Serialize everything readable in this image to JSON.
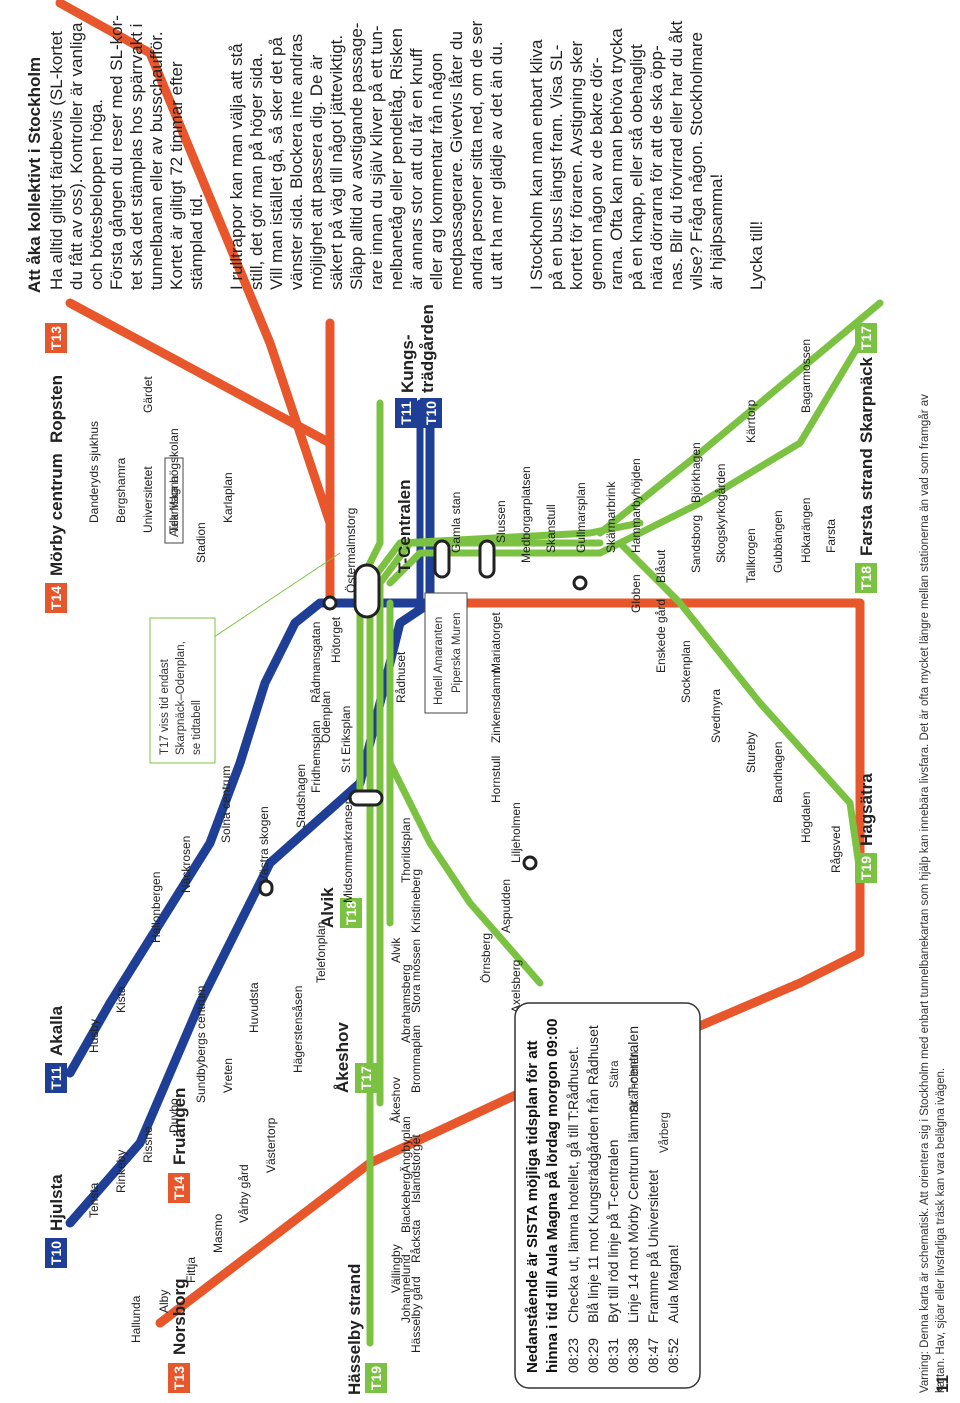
{
  "colors": {
    "red": "#e8562b",
    "green": "#7cc242",
    "blue": "#1f3f96"
  },
  "badges": [
    "T10",
    "T11",
    "T13",
    "T14",
    "T17",
    "T18",
    "T19",
    "T11",
    "T10",
    "T13",
    "T14",
    "T17",
    "T18",
    "T19"
  ],
  "termini": {
    "hjulsta": "Hjulsta",
    "akalla": "Akalla",
    "norsborg": "Norsborg",
    "fruangen": "Fruängen",
    "hasselby": "Hässelby strand",
    "akeshov": "Åkeshov",
    "alvik": "Alvik",
    "morby": "Mörby centrum",
    "ropsten": "Ropsten",
    "kungs1": "Kungs-",
    "kungs2": "trädgården",
    "tcentralen": "T-Centralen",
    "farsta": "Farsta strand",
    "skarpnack": "Skarpnäck",
    "hagsatra": "Hagsätra"
  },
  "blue_stations": [
    "Tensta",
    "Rinkeby",
    "Rissne",
    "Duvbo",
    "Sundbybergs centrum",
    "Vreten",
    "Huvudsta",
    "Husby",
    "Kista",
    "Hallonbergen",
    "Näckrosen",
    "Solna centrum",
    "Västra skogen",
    "Stadshagen",
    "Fridhemsplan",
    "Rådhuset"
  ],
  "red_stations": [
    "Hallunda",
    "Alby",
    "Fittja",
    "Masmo",
    "Vårby gård",
    "Västertorp",
    "Hägerstensåsen",
    "Telefonplan",
    "Midsommarkransen",
    "Danderyds sjukhus",
    "Bergshamra",
    "Universitetet",
    "Tekniska högskolan",
    "Stadion",
    "Karlaplan",
    "Gärdet",
    "Östermalmstorg",
    "Liljeholmen",
    "Hornstull",
    "Zinkensdamm",
    "Mariatorget"
  ],
  "universitetet_note": "Aula Magna",
  "green_west_stations": [
    "Hässelby gård",
    "Johannelund",
    "Vällingby",
    "Råcksta",
    "Blackeberg",
    "Islandstorget",
    "Ängbyplan",
    "Åkeshov",
    "Brommaplan",
    "Abrahamsberg",
    "Stora mossen",
    "Alvik",
    "Kristineberg",
    "Thorildsplan",
    "S:t Eriksplan",
    "Odenplan",
    "Rådmansgatan",
    "Hötorget"
  ],
  "green_south_stations": [
    "Gamla stan",
    "Slussen",
    "Medborgarplatsen",
    "Skanstull",
    "Gullmarsplan",
    "Skärmarbrink",
    "Hammarbyhöjden",
    "Björkhagen",
    "Kärrtorp",
    "Bagarmossen",
    "Globen",
    "Enskede gård",
    "Sockenplan",
    "Svedmyra",
    "Stureby",
    "Bandhagen",
    "Högdalen",
    "Rågsved",
    "Blåsut",
    "Sandsborg",
    "Skogskyrkogården",
    "Tallkrogen",
    "Gubbängen",
    "Hökarängen",
    "Farsta",
    "Axelsberg",
    "Örnsberg",
    "Aspudden"
  ],
  "hotel": {
    "line1": "Hotell Amaranten",
    "line2": "Piperska Muren"
  },
  "t17_note": {
    "line1": "T17 viss tid endast",
    "line2": "Skarpnäck–Odenplan,",
    "line3": "se tidtabell"
  },
  "schedule": {
    "title1": "Nedanstående är SISTA möjliga tidsplan för att",
    "title2": "hinna i tid till Aula Magna på lördag morgon 09:00",
    "rows": [
      {
        "time": "08:23",
        "text": "Checka ut, lämna hotellet, gå till T:Rådhuset."
      },
      {
        "time": "08:29",
        "text": "Blå linje 11 mot Kungsträdgården från Rådhuset"
      },
      {
        "time": "08:31",
        "text": "Byt till röd linje på T-centralen"
      },
      {
        "time": "08:38",
        "text": "Linje 14 mot Mörby Centrum lämnar T-centralen"
      },
      {
        "time": "08:47",
        "text": "Framme på Universitetet"
      },
      {
        "time": "08:52",
        "text": "Aula Magna!"
      }
    ],
    "faded": [
      "Sätra",
      "Skärholmen",
      "Vårberg"
    ]
  },
  "warning": {
    "line1": "Varning: Denna karta är schematisk. Att orientera sig i Stockholm med enbart tunnelbanekartan som hjälp kan innebära livsfara. Det är ofta mycket längre mellan stationerna än vad som framgår av",
    "line2": "kartan. Hav, sjöar eller livsfarliga träsk kan vara belägna ivägen."
  },
  "page_number": "11",
  "article": {
    "heading": "Att åka kollektivt i Stockholm",
    "p1": [
      "Ha alltid giltigt färdbevis (SL-kortet",
      "du fått av oss). Kontroller är vanliga",
      "och bötesbeloppen höga.",
      "Första gången du reser med SL-kor-",
      "tet ska det stämplas hos spärrvakt i",
      "tunnelbanan eller av busschaufför.",
      "Kortet är giltigt 72 timmar efter",
      "stämplad tid."
    ],
    "p2": [
      "I rulltrappor kan man välja att stå",
      "still, det gör man på höger sida.",
      "Vill man istället gå, så sker det på",
      "vänster sida. Blockera inte andras",
      "möjlighet att passera dig. De är",
      "säkert på väg till något jätteviktigt.",
      "Släpp alltid av avstigande passage-",
      "rare innan du själv kliver på ett tun-",
      "nelbanetåg eller pendeltåg. Risken",
      "är annars stor att du får en knuff",
      "eller arg kommentar från någon",
      "medpassagerare. Givetvis låter du",
      "andra personer sitta ned, om de ser",
      "ut att ha mer glädje av det än du."
    ],
    "p3": [
      "I Stockholm kan man enbart kliva",
      "på en buss längst fram. Visa SL-",
      "kortet för föraren. Avstigning sker",
      "genom någon av de bakre dör-",
      "rarna. Ofta kan man behöva trycka",
      "på en knapp, eller stå obehagligt",
      "nära dörrarna för att de ska öpp-",
      "nas. Blir du förvirrad eller har du åkt",
      "vilse? Fråga någon. Stockholmare",
      "är hjälpsamma!"
    ],
    "p4": "Lycka till!"
  }
}
